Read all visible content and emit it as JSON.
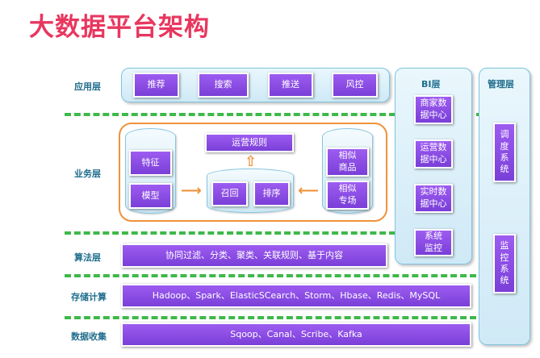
{
  "title": "大数据平台架构",
  "layers": {
    "app": "应用层",
    "business": "业务层",
    "algorithm": "算法层",
    "storage": "存储计算",
    "collection": "数据收集"
  },
  "app_items": [
    "推荐",
    "搜索",
    "推送",
    "风控"
  ],
  "business": {
    "left": [
      "特征",
      "模型"
    ],
    "middle_top": "运营规则",
    "middle": [
      "召回",
      "排序"
    ],
    "right": [
      "相似\n商品",
      "相似\n专场"
    ]
  },
  "algorithm_text": "协同过滤、分类、聚类、关联规则、基于内容",
  "storage_text": "Hadoop、Spark、ElasticSCearch、Storm、Hbase、Redis、MySQL",
  "collection_text": "Sqoop、Canal、Scribe、Kafka",
  "bi": {
    "label": "BI层",
    "items": [
      "商家数\n据中心",
      "运营数\n据中心",
      "实时数\n据中心",
      "系统\n监控"
    ]
  },
  "mgmt": {
    "label": "管理层",
    "items": [
      "调\n度\n系\n统",
      "监\n控\n系\n统"
    ]
  },
  "colors": {
    "title": "#e8375f",
    "box": "#8b4ee6",
    "panel": "#d9eef8",
    "dash": "#3fb84a",
    "orange": "#f0923a"
  }
}
